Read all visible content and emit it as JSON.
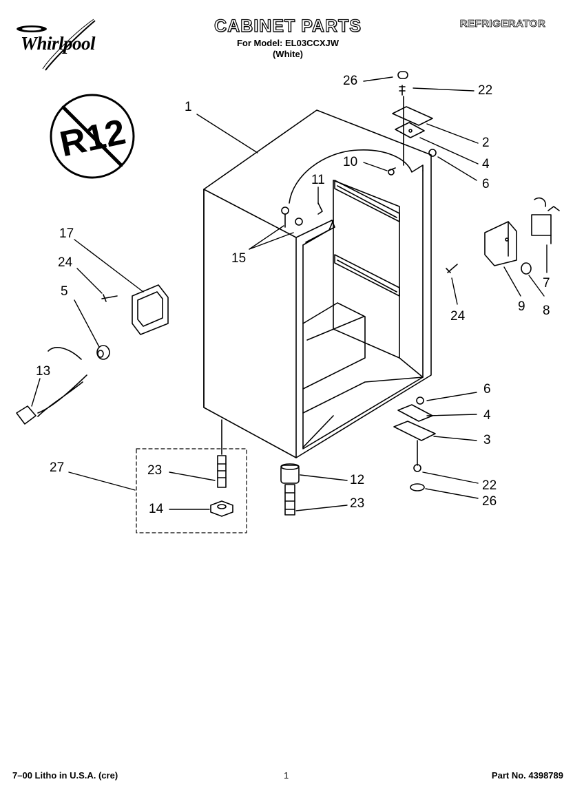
{
  "header": {
    "title": "CABINET PARTS",
    "model_line": "For Model: EL03CCXJW",
    "color_line": "(White)",
    "category": "REFRIGERATOR"
  },
  "logo": {
    "brand": "Whirlpool",
    "badge": "R12"
  },
  "callouts": [
    {
      "id": "c1",
      "label": "1"
    },
    {
      "id": "c26a",
      "label": "26"
    },
    {
      "id": "c22a",
      "label": "22"
    },
    {
      "id": "c2",
      "label": "2"
    },
    {
      "id": "c4a",
      "label": "4"
    },
    {
      "id": "c6a",
      "label": "6"
    },
    {
      "id": "c10",
      "label": "10"
    },
    {
      "id": "c11",
      "label": "11"
    },
    {
      "id": "c15",
      "label": "15"
    },
    {
      "id": "c17",
      "label": "17"
    },
    {
      "id": "c24a",
      "label": "24"
    },
    {
      "id": "c5",
      "label": "5"
    },
    {
      "id": "c13",
      "label": "13"
    },
    {
      "id": "c24b",
      "label": "24"
    },
    {
      "id": "c9",
      "label": "9"
    },
    {
      "id": "c8",
      "label": "8"
    },
    {
      "id": "c7",
      "label": "7"
    },
    {
      "id": "c6b",
      "label": "6"
    },
    {
      "id": "c4b",
      "label": "4"
    },
    {
      "id": "c3",
      "label": "3"
    },
    {
      "id": "c27",
      "label": "27"
    },
    {
      "id": "c23a",
      "label": "23"
    },
    {
      "id": "c14",
      "label": "14"
    },
    {
      "id": "c12",
      "label": "12"
    },
    {
      "id": "c23b",
      "label": "23"
    },
    {
      "id": "c22b",
      "label": "22"
    },
    {
      "id": "c26b",
      "label": "26"
    }
  ],
  "footer": {
    "left": "7–00 Litho in U.S.A. (cre)",
    "center": "1",
    "right": "Part No. 4398789"
  }
}
